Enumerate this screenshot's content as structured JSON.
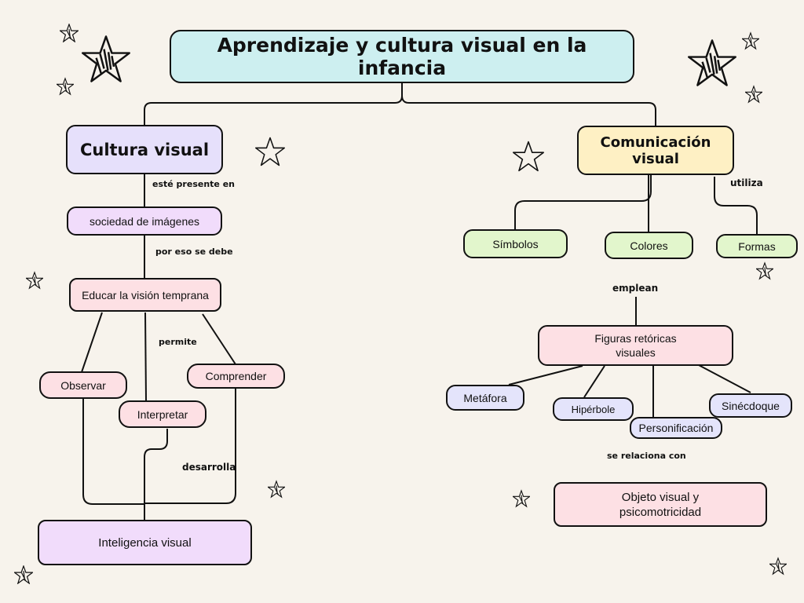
{
  "title": "Aprendizaje y cultura visual en la infancia",
  "left": {
    "heading": "Cultura visual",
    "link1": "esté presente en",
    "node1": "sociedad de imágenes",
    "link2": "por eso se debe",
    "node2": "Educar la visión temprana",
    "link3": "permite",
    "observar": "Observar",
    "interpretar": "Interpretar",
    "comprender": "Comprender",
    "link4": "desarrolla",
    "result": "Inteligencia visual"
  },
  "right": {
    "heading": "Comunicación visual",
    "link1": "utiliza",
    "simbolos": "Símbolos",
    "colores": "Colores",
    "formas": "Formas",
    "link2": "emplean",
    "figuras": "Figuras retóricas\nvisuales",
    "metafora": "Metáfora",
    "hiperbole": "Hipérbole",
    "personificacion": "Personificación",
    "sinecdoque": "Sinécdoque",
    "link3": "se relaciona con",
    "objeto": "Objeto visual y\npsicomotricidad"
  },
  "colors": {
    "background": "#f7f3ec",
    "title_fill": "#cdeff0",
    "lavender": "#e6e0fb",
    "purple": "#f1dcfb",
    "pink": "#fde0e4",
    "yellow": "#fef0c4",
    "green": "#e2f6cc",
    "periwinkle": "#e4e4fb"
  }
}
